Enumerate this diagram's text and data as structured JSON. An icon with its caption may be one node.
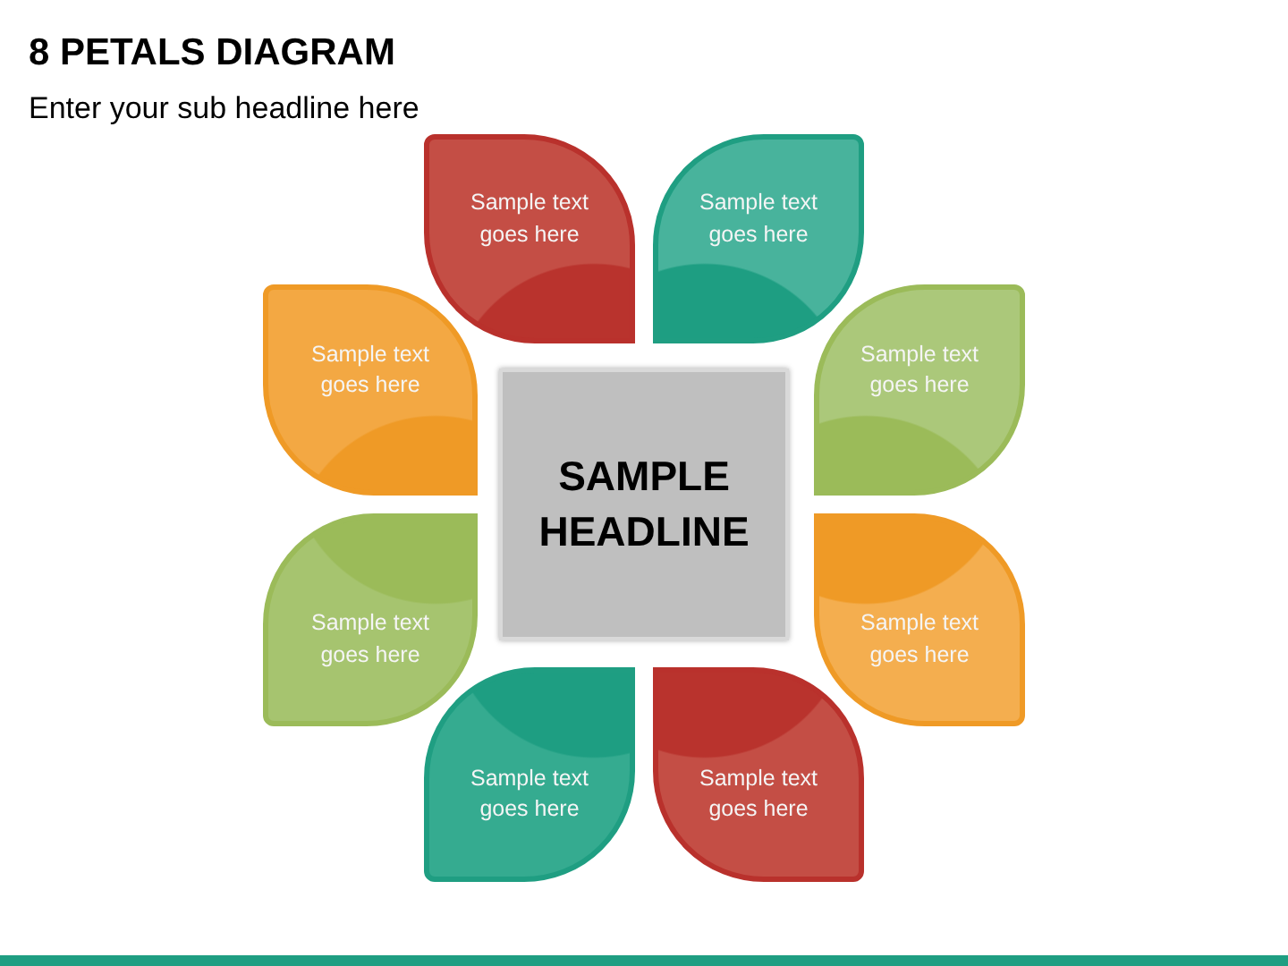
{
  "diagram": {
    "title": "8 PETALS DIAGRAM",
    "caption": "Enter your sub headline here",
    "nodes": [
      {
        "text": [
          "SAMPLE HEADLINE"
        ]
      },
      {
        "text": [
          "Sample text goes here"
        ]
      },
      {
        "text": [
          "Sample text goes here"
        ]
      },
      {
        "text": [
          "Sample text goes here"
        ]
      },
      {
        "text": [
          "Sample text goes here"
        ]
      },
      {
        "text": [
          "Sample text goes here"
        ]
      },
      {
        "text": [
          "Sample text goes here"
        ]
      },
      {
        "text": [
          "Sample text goes here"
        ]
      },
      {
        "text": [
          "Sample text goes here"
        ]
      }
    ],
    "edges": []
  }
}
